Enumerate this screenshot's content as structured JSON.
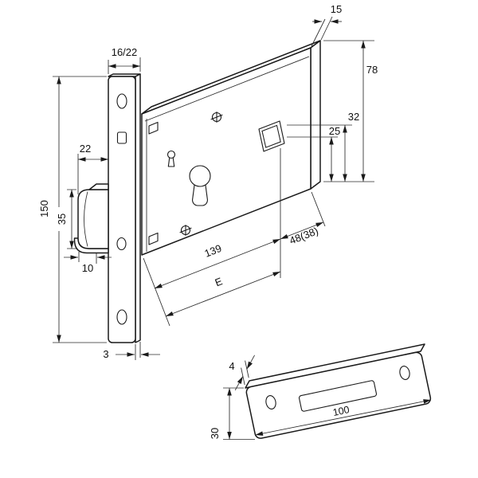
{
  "page": {
    "background": "#ffffff",
    "line_color": "#1a1a1a"
  },
  "lock_drawing": {
    "dims": {
      "case_depth": "15",
      "case_height": "78",
      "follower_top": "32",
      "follower_center": "25",
      "faceplate_width": "16/22",
      "bolt_throw": "22",
      "faceplate_height": "150",
      "bolt_height": "35",
      "bolt_thickness": "10",
      "faceplate_thickness": "3",
      "body_depth": "139",
      "follower_to_edge": "48(38)",
      "backset": "E"
    }
  },
  "strike_drawing": {
    "dims": {
      "thickness": "4",
      "length": "100",
      "width": "30"
    }
  }
}
